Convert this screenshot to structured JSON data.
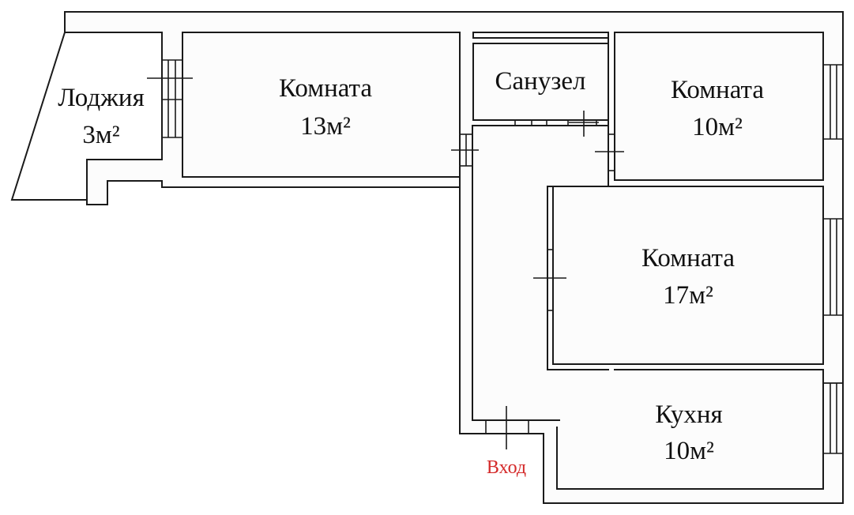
{
  "plan": {
    "rooms": [
      {
        "id": "loggia",
        "name": "Лоджия",
        "area": "3м²"
      },
      {
        "id": "room13",
        "name": "Комната",
        "area": "13м²"
      },
      {
        "id": "bathroom",
        "name": "Санузел",
        "area": ""
      },
      {
        "id": "room10",
        "name": "Комната",
        "area": "10м²"
      },
      {
        "id": "room17",
        "name": "Комната",
        "area": "17м²"
      },
      {
        "id": "kitchen",
        "name": "Кухня",
        "area": "10м²"
      }
    ],
    "entrance": {
      "label": "Вход",
      "color": "#d42a2a"
    }
  }
}
